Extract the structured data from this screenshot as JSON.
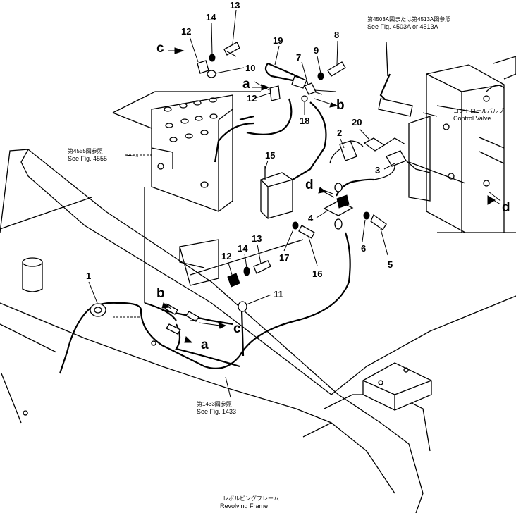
{
  "part_numbers": [
    "1",
    "2",
    "3",
    "4",
    "5",
    "6",
    "7",
    "8",
    "9",
    "10",
    "11",
    "12",
    "12",
    "12",
    "13",
    "13",
    "14",
    "14",
    "15",
    "16",
    "17",
    "18",
    "19",
    "20"
  ],
  "connection_letters": [
    "a",
    "a",
    "b",
    "b",
    "c",
    "c",
    "d",
    "d"
  ],
  "references": {
    "fig_4503a_jp": "第4503A図または第4513A図参照",
    "fig_4503a_en": "See Fig. 4503A or 4513A",
    "fig_4555_jp": "第4555図参照",
    "fig_4555_en": "See Fig. 4555",
    "fig_1433_jp": "第1433図参照",
    "fig_1433_en": "See Fig. 1433"
  },
  "labels": {
    "control_valve_jp": "コントロールバルブ",
    "control_valve_en": "Control Valve",
    "revolving_frame_jp": "レボルビングフレーム",
    "revolving_frame_en": "Revolving Frame"
  }
}
